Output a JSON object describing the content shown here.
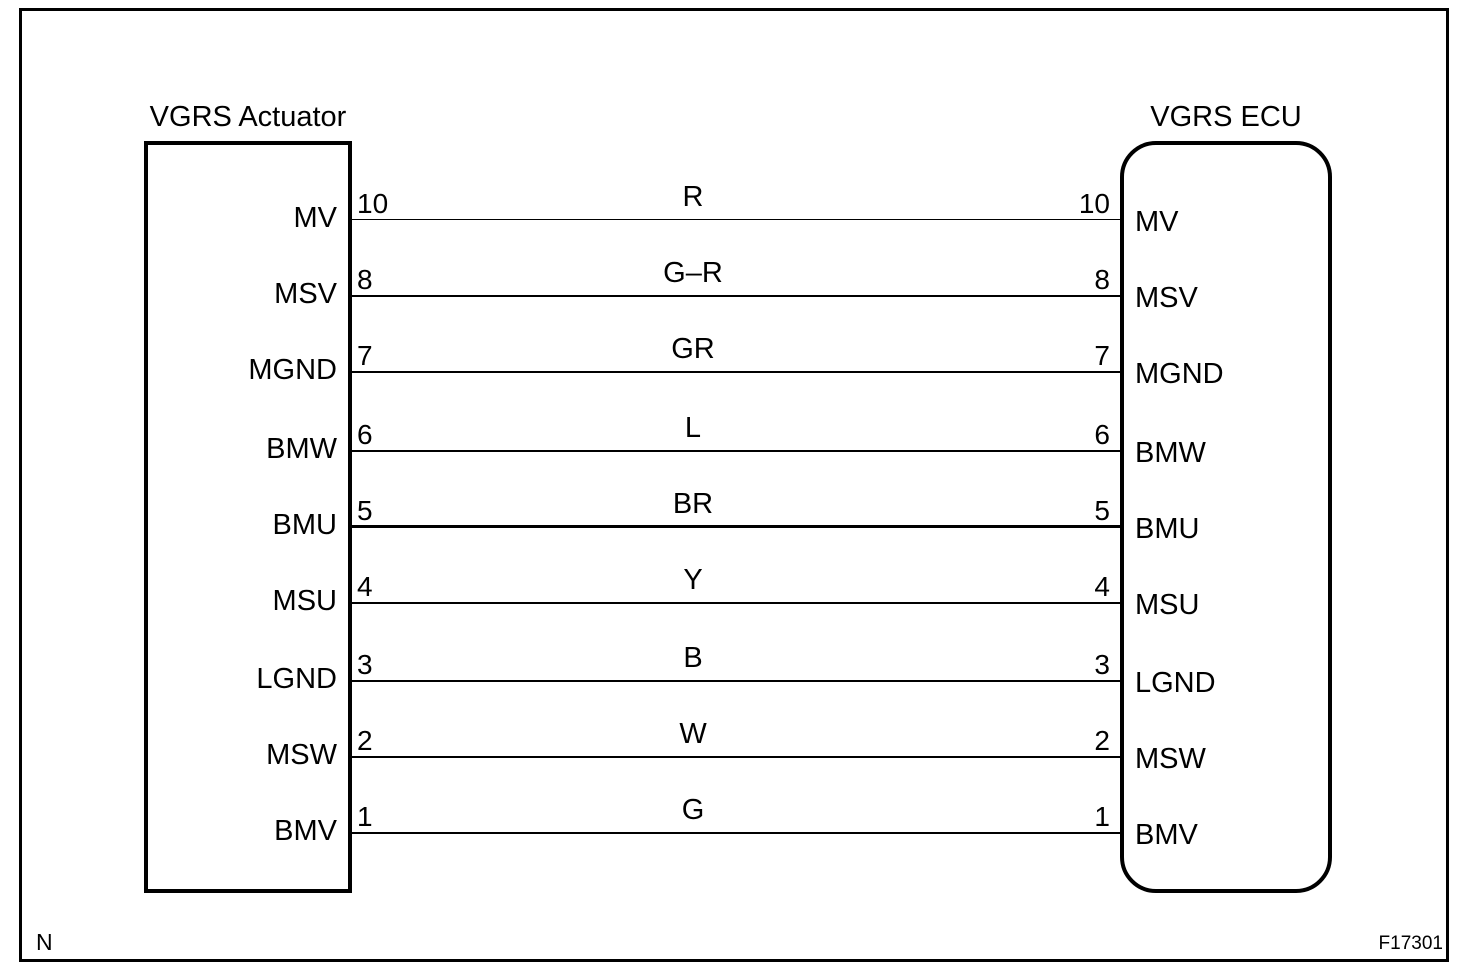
{
  "diagram": {
    "actuator_title": "VGRS Actuator",
    "ecu_title": "VGRS ECU",
    "footer_note": "N",
    "figure_number": "F17301",
    "line_color": "#000000",
    "background_color": "#ffffff",
    "connections": [
      {
        "pin": "10",
        "actuator_pin": "MV",
        "wire_color": "R",
        "ecu_pin": "MV"
      },
      {
        "pin": "8",
        "actuator_pin": "MSV",
        "wire_color": "G–R",
        "ecu_pin": "MSV"
      },
      {
        "pin": "7",
        "actuator_pin": "MGND",
        "wire_color": "GR",
        "ecu_pin": "MGND"
      },
      {
        "pin": "6",
        "actuator_pin": "BMW",
        "wire_color": "L",
        "ecu_pin": "BMW"
      },
      {
        "pin": "5",
        "actuator_pin": "BMU",
        "wire_color": "BR",
        "ecu_pin": "BMU"
      },
      {
        "pin": "4",
        "actuator_pin": "MSU",
        "wire_color": "Y",
        "ecu_pin": "MSU"
      },
      {
        "pin": "3",
        "actuator_pin": "LGND",
        "wire_color": "B",
        "ecu_pin": "LGND"
      },
      {
        "pin": "2",
        "actuator_pin": "MSW",
        "wire_color": "W",
        "ecu_pin": "MSW"
      },
      {
        "pin": "1",
        "actuator_pin": "BMV",
        "wire_color": "G",
        "ecu_pin": "BMV"
      }
    ]
  }
}
